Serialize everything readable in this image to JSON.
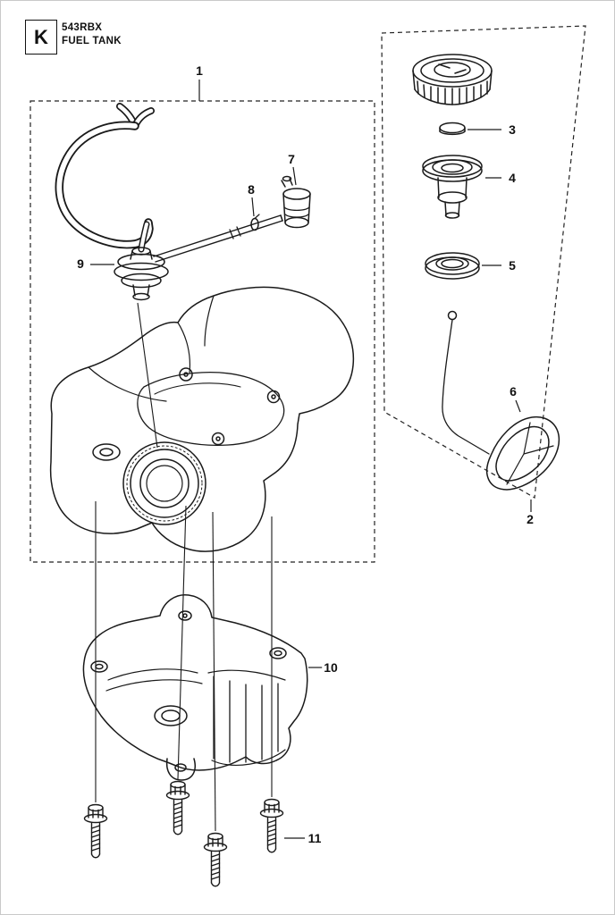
{
  "page": {
    "letter": "K",
    "model": "543RBX",
    "section": "FUEL TANK"
  },
  "callouts": [
    {
      "label": "1"
    },
    {
      "label": "2"
    },
    {
      "label": "3"
    },
    {
      "label": "4"
    },
    {
      "label": "5"
    },
    {
      "label": "6"
    },
    {
      "label": "7"
    },
    {
      "label": "8"
    },
    {
      "label": "9"
    },
    {
      "label": "10"
    },
    {
      "label": "11"
    }
  ],
  "colors": {
    "line": "#1a1a1a",
    "background": "#ffffff"
  }
}
